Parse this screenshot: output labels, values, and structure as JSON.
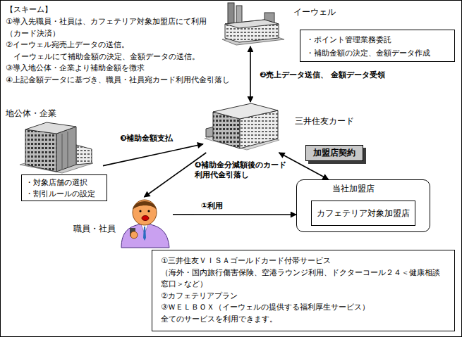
{
  "diagram": {
    "nodes": [
      {
        "text": [
          "イーウェル"
        ]
      },
      {
        "text": [
          "・ポイント管理業務委託",
          "・補助金額の決定、金額データ作成"
        ]
      },
      {
        "text": [
          "三井住友カード"
        ]
      },
      {
        "text": [
          "地公体・企業"
        ]
      },
      {
        "text": [
          "・対象店舗の選択",
          "・割引ルールの設定"
        ]
      },
      {
        "text": [
          "加盟店契約"
        ]
      },
      {
        "text": [
          "当社加盟店"
        ]
      },
      {
        "text": [
          "カフェテリア対象加盟店"
        ],
        "in": 6
      },
      {
        "text": [
          "職員・社員"
        ]
      },
      {
        "text": [
          "①三井住友ＶＩＳＡゴールドカード付帯サービス",
          "（海外・国内旅行傷害保険、空港ラウンジ利用、ドクターコール２４＜健康相談窓口＞など）",
          "②カフェテリアプラン",
          "③ＷＥＬＢＯＸ（イーウェルの提供する福利厚生サービス）",
          "全てのサービスを利用できます。"
        ]
      }
    ],
    "edges": [
      {
        "from": 0,
        "to": 2,
        "arrow": "both",
        "label": "❷売上データ送信、 金額データ受領"
      },
      {
        "from": 3,
        "to": 2,
        "arrow": "to",
        "label": "❸補助金額支払"
      },
      {
        "from": 2,
        "to": 8,
        "arrow": "to",
        "label": "❹補助金分減額後のカード利用代金引落し"
      },
      {
        "from": 8,
        "to": 6,
        "arrow": "to",
        "label": "①利用"
      },
      {
        "from": 2,
        "to": 6,
        "arrow": "both"
      }
    ],
    "labels": [
      "【スキーム】",
      "①導入先職員・社員は、カフェテリア対象加盟店にて利用（カード決済）",
      "②イーウェル宛売上データの送信。 イーウェルにて補助金額の決定、金額データの送信。",
      "③導入地公体・企業より補助金額を徴求",
      "④上記金額データに基づき、職員・社員宛カード利用代金引落し"
    ]
  }
}
